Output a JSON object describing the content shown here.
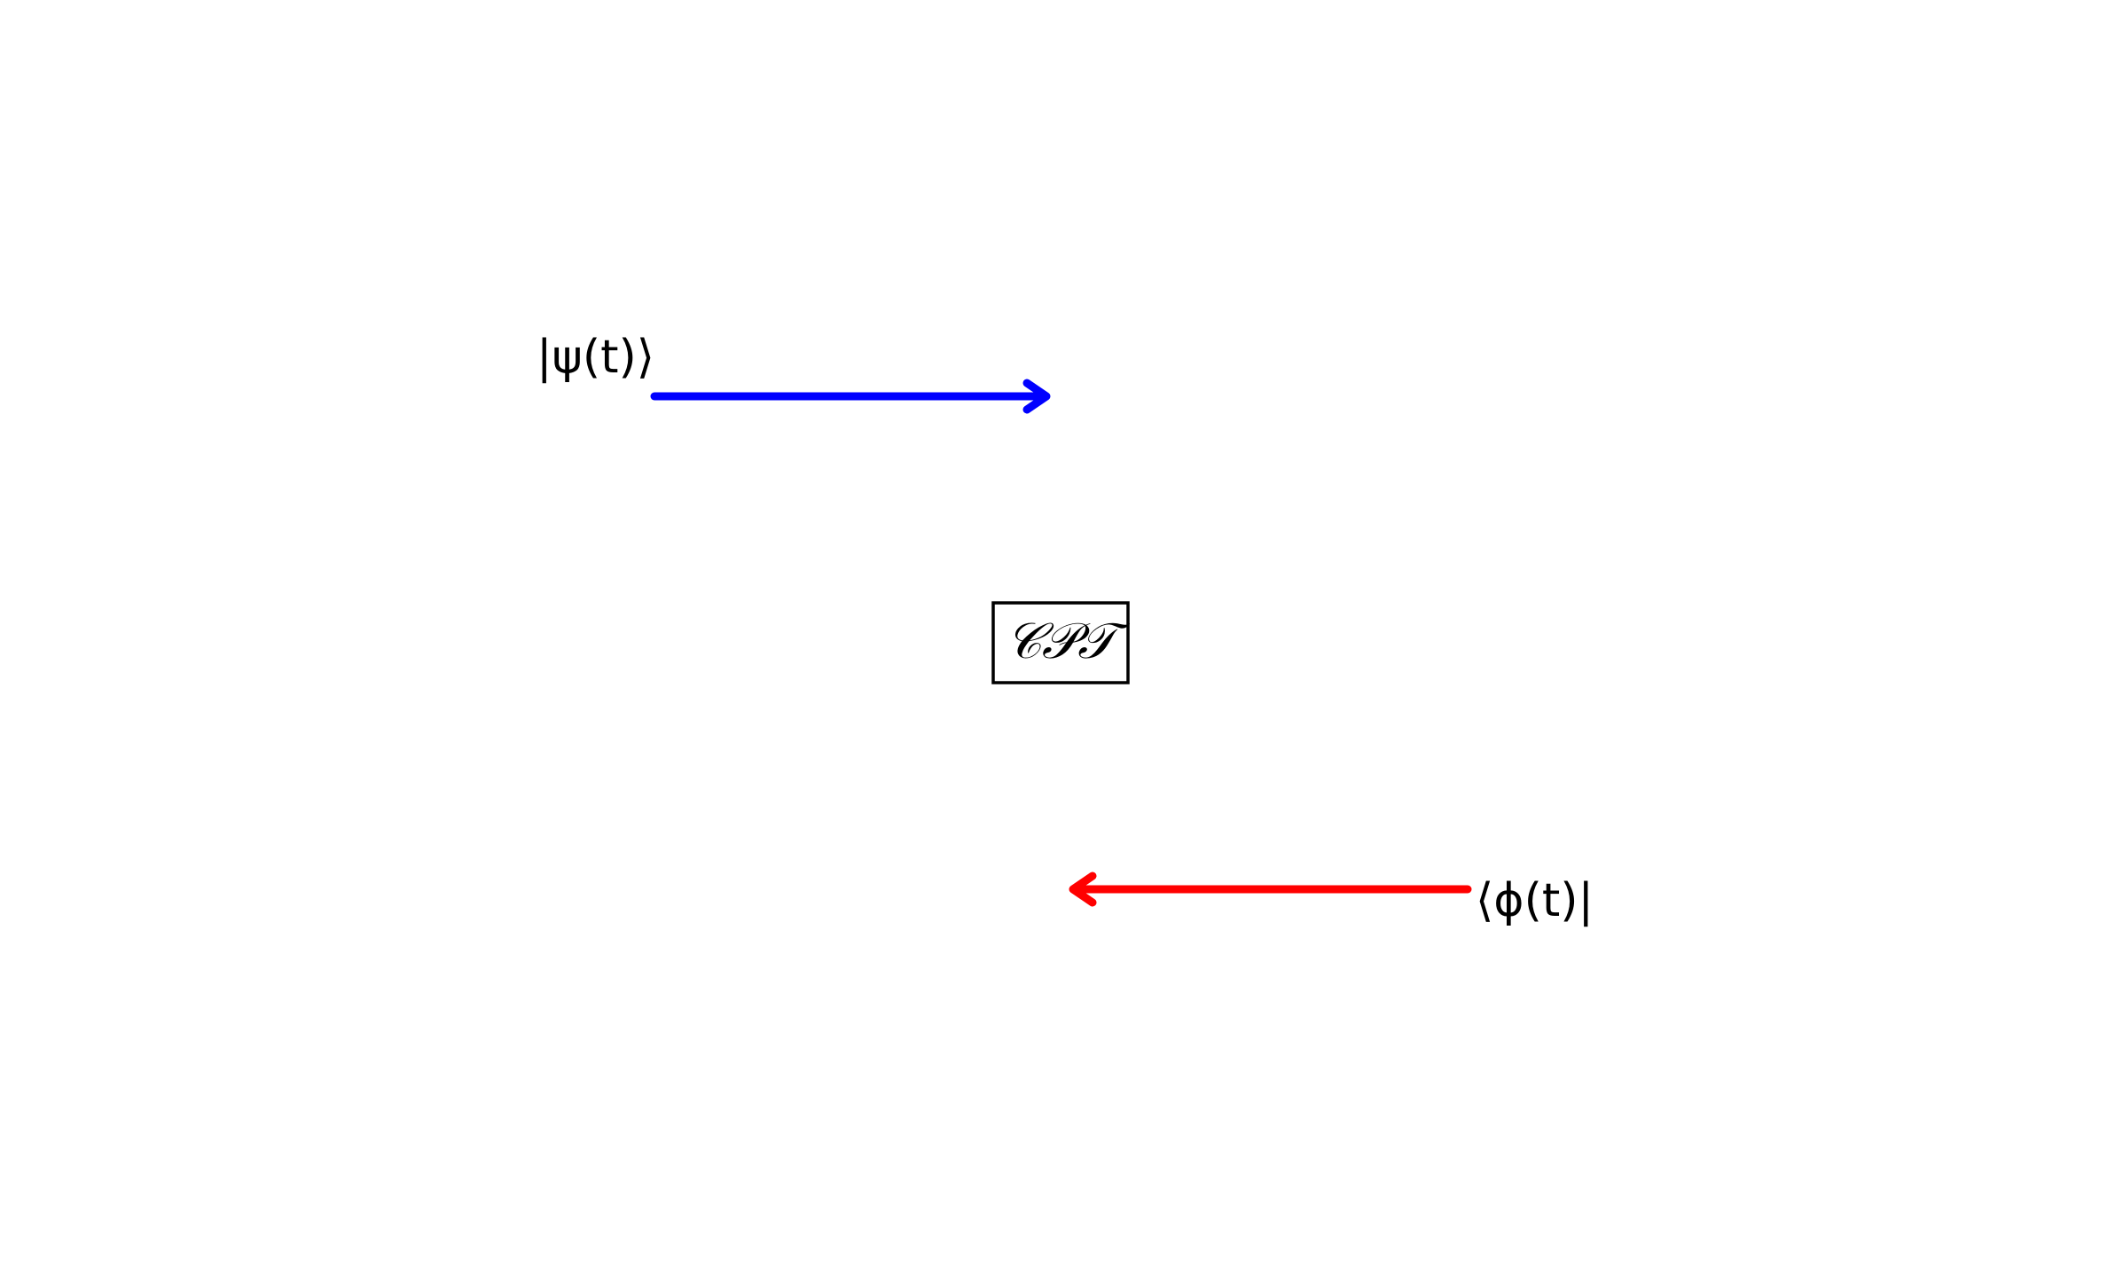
{
  "diagram": {
    "ket_label": "|ψ(t)⟩",
    "bra_label": "⟨ϕ(t)|",
    "symmetry_label": "𝒞𝒫𝒯",
    "forward_arrow_color": "#0000ff",
    "backward_arrow_color": "#ff0000",
    "box_color": "#000000"
  }
}
